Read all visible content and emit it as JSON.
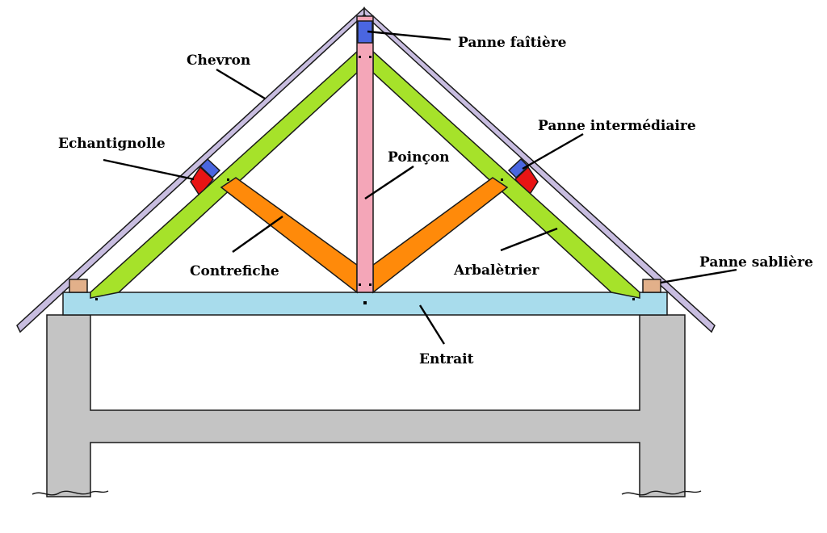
{
  "title": "Charpente traditionnelle - ferme",
  "labels": {
    "panne_faitiere": "Panne faîtière",
    "chevron": "Chevron",
    "echantignolle": "Echantignolle",
    "panne_intermediaire": "Panne intermédiaire",
    "poincon": "Poinçon",
    "contrefiche": "Contrefiche",
    "arbaletrier": "Arbalètrier",
    "panne_sabliere": "Panne sablière",
    "entrait": "Entrait"
  },
  "colors": {
    "chevron": "#c8bde0",
    "arbaletrier": "#a6e22a",
    "poincon": "#f4a6b8",
    "contrefiche": "#ff8a0a",
    "entrait": "#a8dcec",
    "panne": "#4a66e0",
    "echantignolle": "#e81414",
    "sabliere": "#e2b08a",
    "wall": "#c4c4c4",
    "outline": "#1a1a1a"
  }
}
